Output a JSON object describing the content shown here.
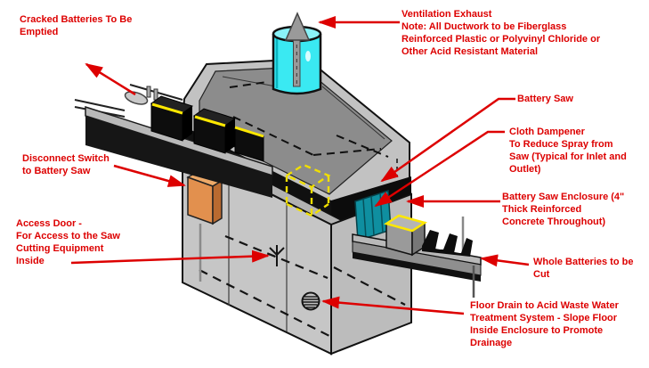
{
  "page": {
    "background": "#ffffff",
    "annotation_red": "#dd0000"
  },
  "colors": {
    "duct_cyan": "#3ae9f2",
    "dampener_teal": "#0f8fa0",
    "switch_orange": "#e2904e",
    "battery_stripe_yellow": "#ffe800",
    "enclosure_gray": "#c6c6c6",
    "hood_gray": "#8c8c8c",
    "annotation_red": "#dd0000"
  },
  "labels": {
    "cracked_batteries": {
      "lines": [
        "Cracked Batteries To Be",
        "Emptied"
      ]
    },
    "ventilation_exhaust": {
      "lines": [
        "Ventilation Exhaust",
        "Note: All Ductwork to be Fiberglass",
        "Reinforced Plastic or Polyvinyl Chloride or",
        "Other Acid Resistant Material"
      ]
    },
    "battery_saw": {
      "lines": [
        "Battery Saw"
      ]
    },
    "cloth_dampener": {
      "lines": [
        "Cloth Dampener",
        "To Reduce Spray from",
        "Saw (Typical for Inlet and",
        "Outlet)"
      ]
    },
    "saw_enclosure": {
      "lines": [
        "Battery Saw Enclosure (4\"",
        "Thick Reinforced",
        "Concrete Throughout)"
      ]
    },
    "disconnect_switch": {
      "lines": [
        "Disconnect Switch",
        "to Battery Saw"
      ]
    },
    "access_door": {
      "lines": [
        "Access Door -",
        "For Access to the Saw",
        "Cutting Equipment",
        "Inside"
      ]
    },
    "whole_batteries": {
      "lines": [
        "Whole Batteries to be",
        "Cut"
      ]
    },
    "floor_drain": {
      "lines": [
        "Floor Drain to Acid Waste Water",
        "Treatment System - Slope Floor",
        "Inside Enclosure to Promote",
        "Drainage"
      ]
    }
  }
}
